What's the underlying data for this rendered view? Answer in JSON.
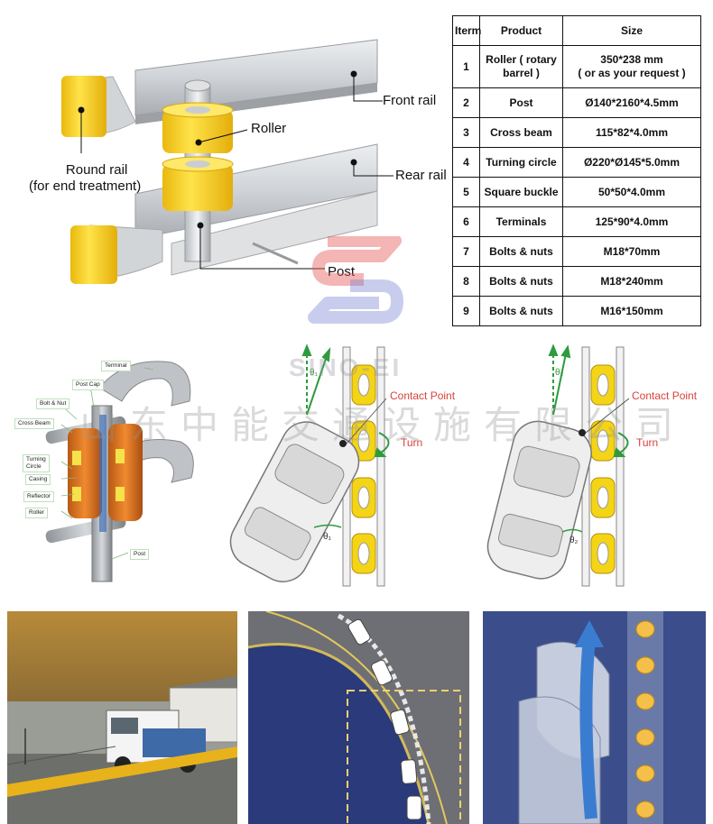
{
  "table": {
    "headers": [
      "Iterm",
      "Product",
      "Size"
    ],
    "rows": [
      {
        "no": "1",
        "product_line1": "Roller ( rotary",
        "product_line2": "barrel )",
        "size_line1": "350*238 mm",
        "size_line2": "( or as your request )"
      },
      {
        "no": "2",
        "product_line1": "Post",
        "product_line2": "",
        "size_line1": "Ø140*2160*4.5mm",
        "size_line2": ""
      },
      {
        "no": "3",
        "product_line1": "Cross beam",
        "product_line2": "",
        "size_line1": "115*82*4.0mm",
        "size_line2": ""
      },
      {
        "no": "4",
        "product_line1": "Turning circle",
        "product_line2": "",
        "size_line1": "Ø220*Ø145*5.0mm",
        "size_line2": ""
      },
      {
        "no": "5",
        "product_line1": "Square buckle",
        "product_line2": "",
        "size_line1": "50*50*4.0mm",
        "size_line2": ""
      },
      {
        "no": "6",
        "product_line1": "Terminals",
        "product_line2": "",
        "size_line1": "125*90*4.0mm",
        "size_line2": ""
      },
      {
        "no": "7",
        "product_line1": "Bolts & nuts",
        "product_line2": "",
        "size_line1": "M18*70mm",
        "size_line2": ""
      },
      {
        "no": "8",
        "product_line1": "Bolts & nuts",
        "product_line2": "",
        "size_line1": "M18*240mm",
        "size_line2": ""
      },
      {
        "no": "9",
        "product_line1": "Bolts & nuts",
        "product_line2": "",
        "size_line1": "M16*150mm",
        "size_line2": ""
      }
    ]
  },
  "diagram_top": {
    "front_rail": "Front rail",
    "roller": "Roller",
    "round_rail_line1": "Round rail",
    "round_rail_line2": "(for end treatment)",
    "rear_rail": "Rear rail",
    "post": "Post"
  },
  "diagram_parts": {
    "terminal": "Terminal",
    "post_cap": "Post Cap",
    "bolt_nut": "Bolt & Nut",
    "cross_beam": "Cross Beam",
    "turning_circle_line1": "Turning",
    "turning_circle_line2": "Circle",
    "casing": "Casing",
    "reflector": "Reflector",
    "roller": "Roller",
    "post": "Post"
  },
  "impact_diagrams": {
    "contact_point": "Contact Point",
    "turn": "Turn",
    "theta_1": "θ₁",
    "theta_2": "θ₂"
  },
  "watermark": {
    "logo_text": "SINO-EI",
    "chinese_text": "山东中能交通设施有限公司"
  },
  "colors": {
    "roller_yellow": "#f4d416",
    "rail_gray": "#c9ccd0",
    "callout_red": "#d8423c",
    "turn_green": "#2e9b3e",
    "orange_casing": "#e0761e"
  }
}
